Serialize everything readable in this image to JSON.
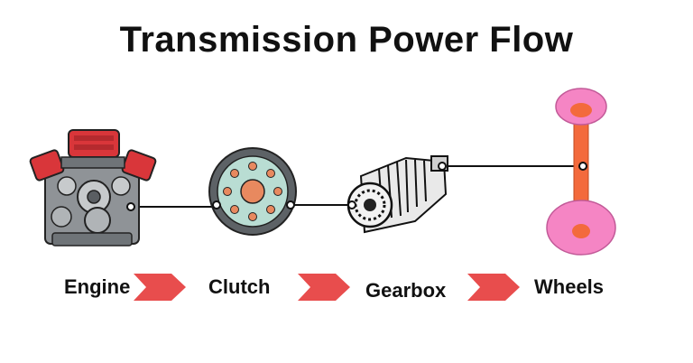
{
  "title": "Transmission Power Flow",
  "components": [
    {
      "label": "Engine",
      "icon": "engine-icon"
    },
    {
      "label": "Clutch",
      "icon": "clutch-icon"
    },
    {
      "label": "Gearbox",
      "icon": "gearbox-icon"
    },
    {
      "label": "Wheels",
      "icon": "wheels-axle-icon"
    }
  ],
  "colors": {
    "arrow": "#e84d4d",
    "engine_red": "#d9363a",
    "clutch_face": "#b9ddd3",
    "clutch_hub": "#e8895f",
    "wheel_pink": "#f585c4",
    "axle_orange": "#f36a3c"
  }
}
